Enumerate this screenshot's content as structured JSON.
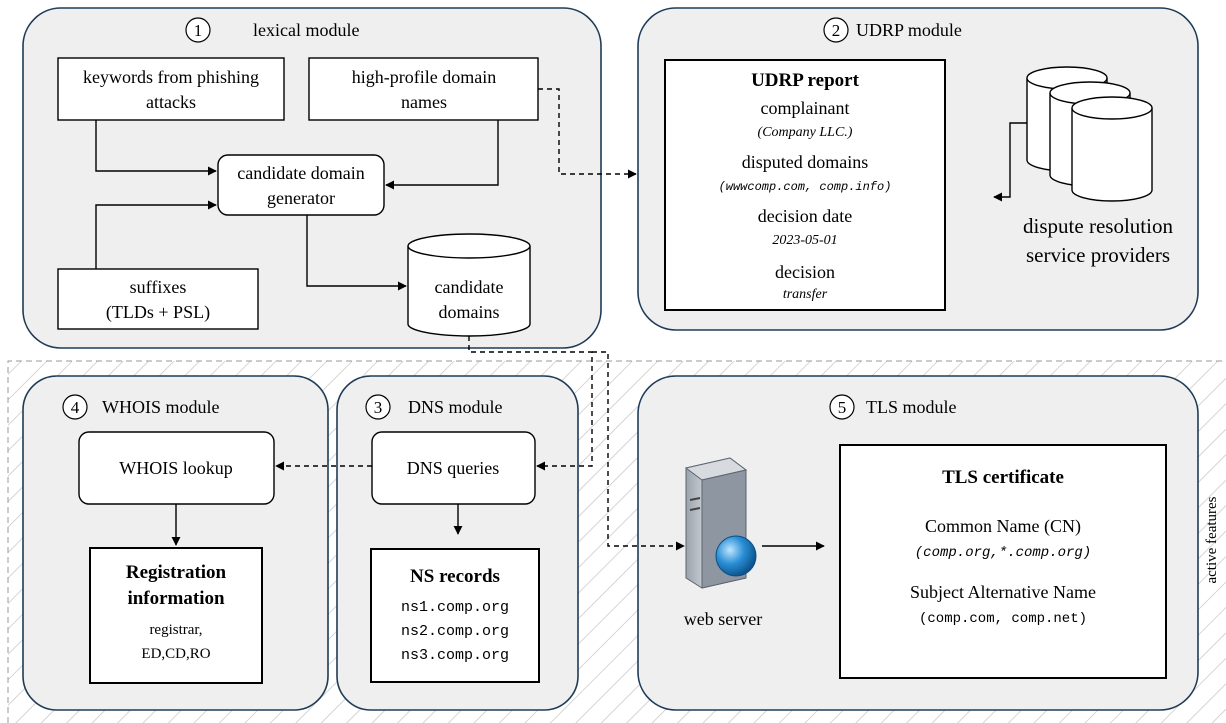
{
  "colors": {
    "panel_fill": "#efefef",
    "panel_stroke": "#1f3b57",
    "hatch": "#c8c8c8",
    "arrow": "#000000",
    "server_blue": "#2a8fd6"
  },
  "lexical": {
    "number": "1",
    "title": "lexical module",
    "keywords": [
      "keywords from phishing",
      "attacks"
    ],
    "highprofile": [
      "high-profile domain",
      "names"
    ],
    "generator": [
      "candidate domain",
      "generator"
    ],
    "suffixes": [
      "suffixes",
      "(TLDs + PSL)"
    ],
    "candidates": [
      "candidate",
      "domains"
    ]
  },
  "udrp": {
    "number": "2",
    "title": "UDRP module",
    "report_title": "UDRP report",
    "complainant": "complainant",
    "complainant_value": "(Company LLC.)",
    "disputed": "disputed domains",
    "disputed_value": "(wwwcomp.com, comp.info)",
    "date": "decision date",
    "date_value": "2023-05-01",
    "decision": "decision",
    "decision_value": "transfer",
    "providers": [
      "dispute resolution",
      "service providers"
    ]
  },
  "dns": {
    "number": "3",
    "title": "DNS module",
    "queries": "DNS queries",
    "records_title": "NS records",
    "records": [
      "ns1.comp.org",
      "ns2.comp.org",
      "ns3.comp.org"
    ]
  },
  "whois": {
    "number": "4",
    "title": "WHOIS module",
    "lookup": "WHOIS lookup",
    "reg_title": [
      "Registration",
      "information"
    ],
    "reg_fields": [
      "registrar,",
      "ED,CD,RO"
    ]
  },
  "tls": {
    "number": "5",
    "title": "TLS module",
    "server_label": "web server",
    "cert_title": "TLS certificate",
    "cn_label": "Common Name (CN)",
    "cn_value": "(comp.org,*.comp.org)",
    "san_label": "Subject Alternative Name",
    "san_value": "(comp.com, comp.net)"
  },
  "active_features": "active features"
}
